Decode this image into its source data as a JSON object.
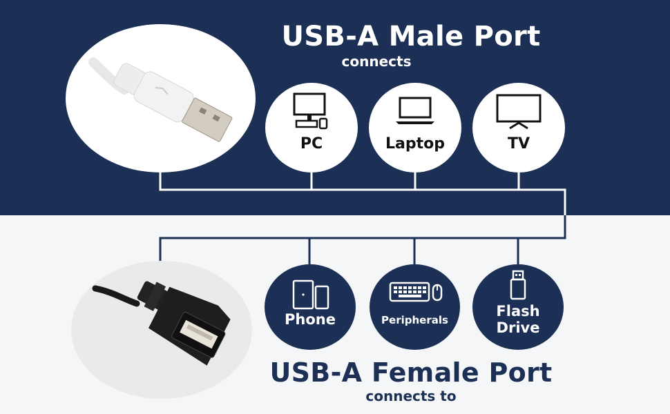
{
  "male": {
    "title": "USB-A Male Port",
    "subtitle": "connects",
    "devices": [
      {
        "label": "PC",
        "icon": "pc-icon"
      },
      {
        "label": "Laptop",
        "icon": "laptop-icon"
      },
      {
        "label": "TV",
        "icon": "tv-icon"
      }
    ]
  },
  "female": {
    "title": "USB-A Female Port",
    "subtitle": "connects to",
    "devices": [
      {
        "label": "Phone",
        "icon": "phone-tablet-icon"
      },
      {
        "label": "Peripherals",
        "icon": "keyboard-mouse-icon"
      },
      {
        "label": "Flash\nDrive",
        "icon": "flash-drive-icon"
      }
    ]
  },
  "colors": {
    "navy": "#1c2f55",
    "white": "#ffffff",
    "light_bg": "#f5f6f8"
  }
}
